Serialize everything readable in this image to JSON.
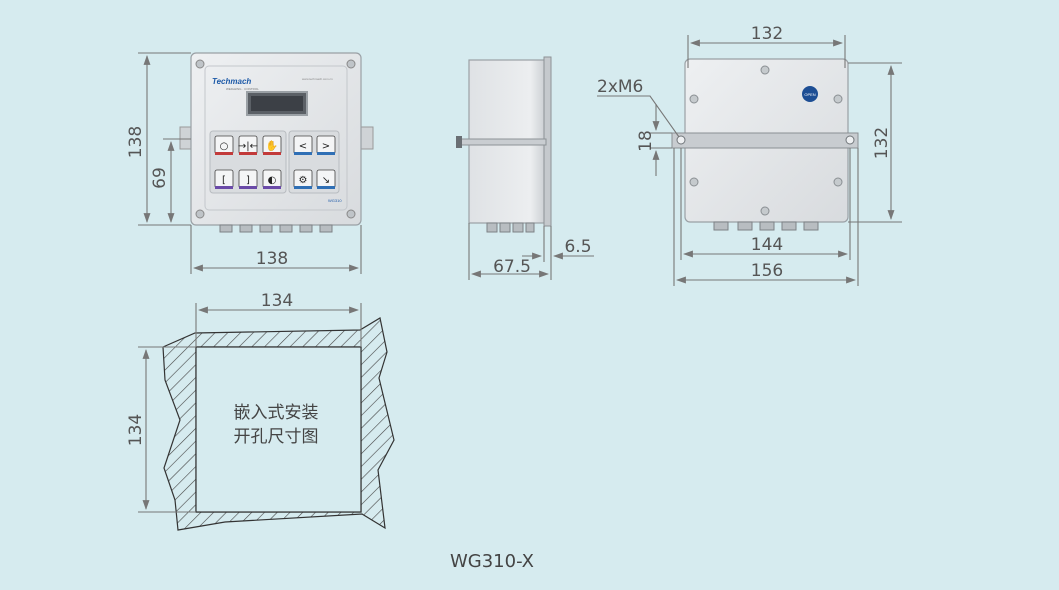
{
  "model": "WG310-X",
  "front_view": {
    "brand": "Techmach",
    "brand_sub": "WEIGHING · CONTROL",
    "url": "www.techmach.com.cn",
    "model_tag": "WG310",
    "height_label": "138",
    "half_height_label": "69",
    "width_label": "138",
    "keys_left": [
      "○",
      "→|←",
      "✋",
      "[",
      "]",
      "◐"
    ],
    "keys_right": [
      "<",
      ">",
      "⚙",
      "↘"
    ]
  },
  "side_view": {
    "depth_label": "67.5",
    "lip_label": "6.5"
  },
  "back_view": {
    "top_label": "132",
    "height_label": "132",
    "screw_label": "2xM6",
    "offset_label": "18",
    "hole_span_label": "144",
    "bracket_label": "156",
    "open_label": "OPEN"
  },
  "cutout": {
    "width_label": "134",
    "height_label": "134",
    "caption_line1": "嵌入式安装",
    "caption_line2": "开孔尺寸图"
  },
  "colors": {
    "background": "#d6ebef",
    "panel": "#e4e6e8",
    "key_red": "#c23a3a",
    "key_blue": "#2f6fb5",
    "key_green": "#3a9a4a",
    "key_purple": "#6a4aa8"
  },
  "icons": [
    "arrow-tip-icon",
    "screw-icon",
    "open-badge-icon"
  ]
}
